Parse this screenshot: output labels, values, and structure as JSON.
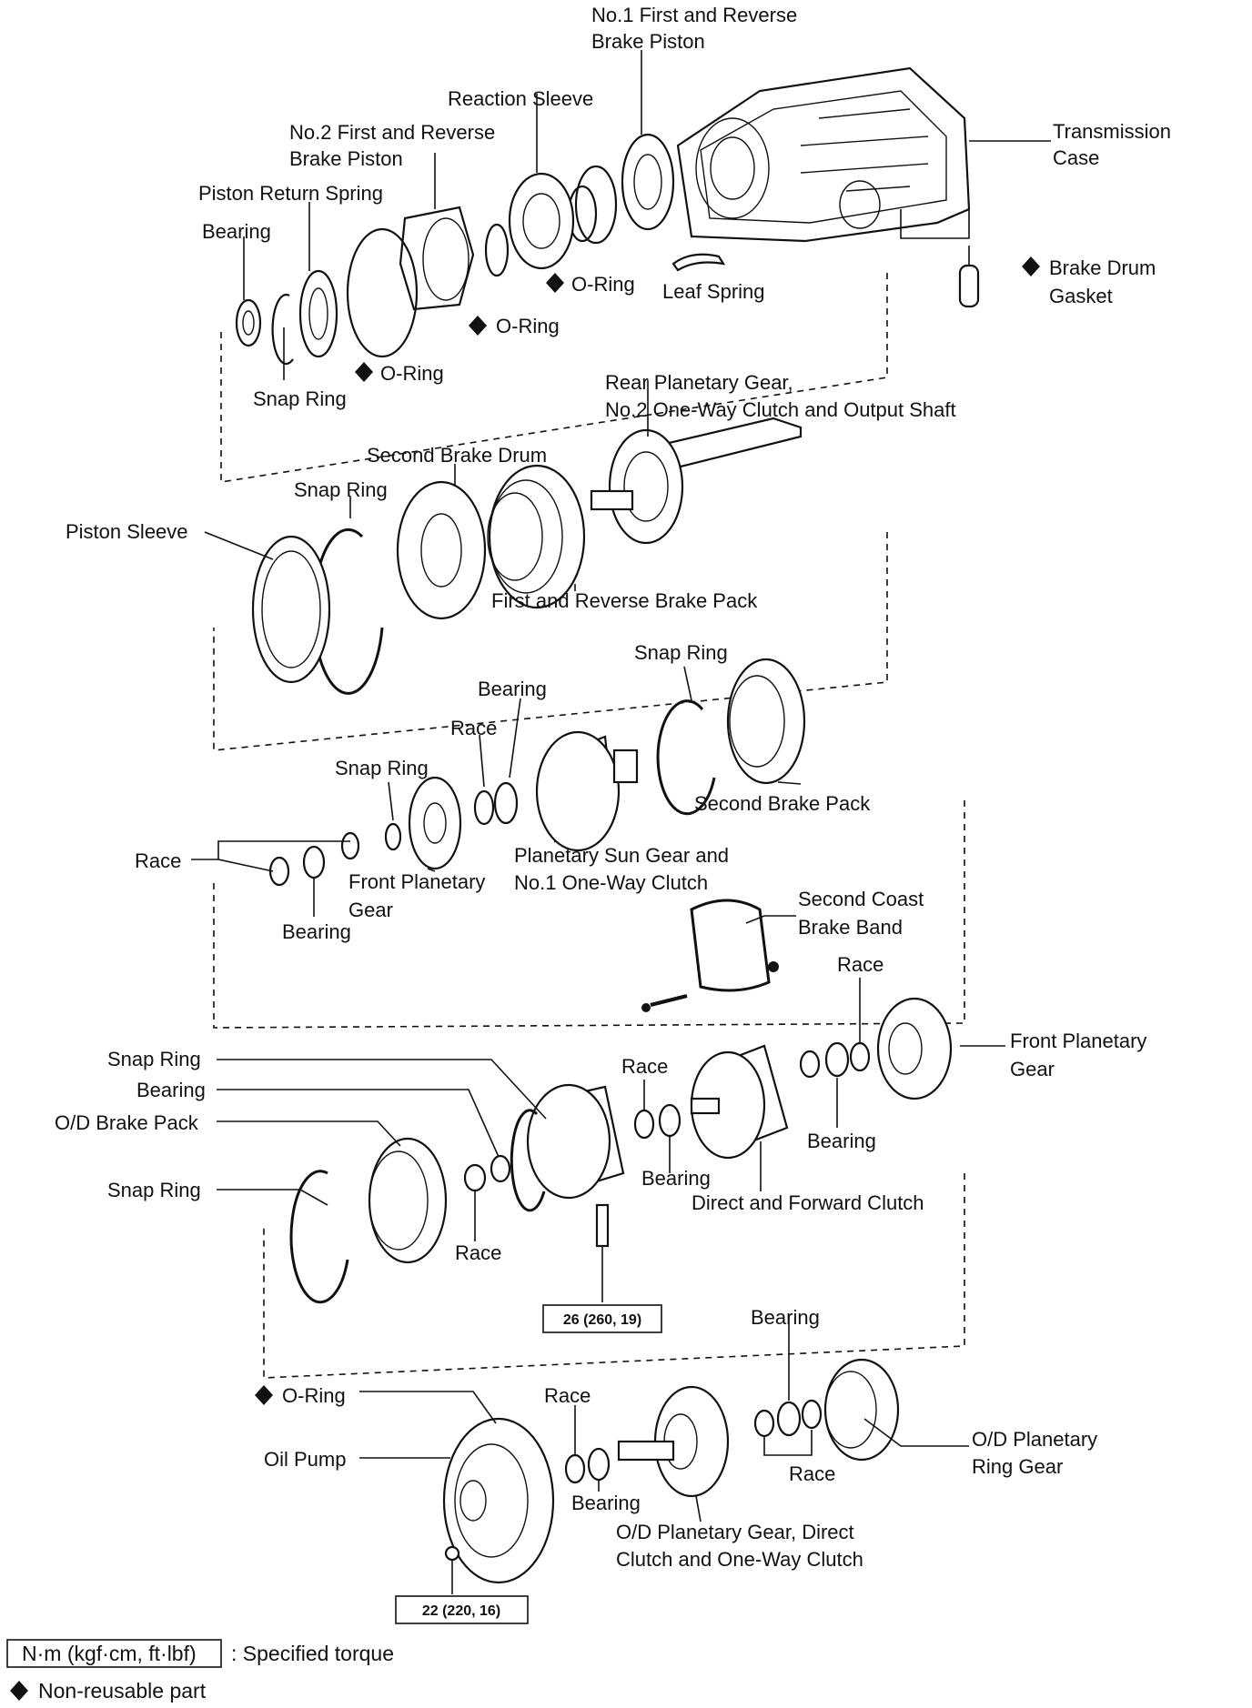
{
  "labels": {
    "no1_brake_piston_l1": "No.1 First and Reverse",
    "no1_brake_piston_l2": "Brake Piston",
    "reaction_sleeve": "Reaction Sleeve",
    "no2_brake_piston_l1": "No.2 First and Reverse",
    "no2_brake_piston_l2": "Brake Piston",
    "transmission_case_l1": "Transmission",
    "transmission_case_l2": "Case",
    "piston_return_spring": "Piston Return Spring",
    "bearing_top": "Bearing",
    "oring_a": "O-Ring",
    "leaf_spring": "Leaf Spring",
    "brake_drum_gasket_l1": "Brake Drum",
    "brake_drum_gasket_l2": "Gasket",
    "oring_b": "O-Ring",
    "oring_c": "O-Ring",
    "snap_ring_1": "Snap Ring",
    "rear_planetary_l1": "Rear Planetary Gear,",
    "rear_planetary_l2": "No.2 One-Way Clutch and Output Shaft",
    "second_brake_drum": "Second Brake Drum",
    "snap_ring_2": "Snap Ring",
    "piston_sleeve": "Piston Sleeve",
    "first_reverse_pack": "First and Reverse Brake Pack",
    "snap_ring_3": "Snap Ring",
    "bearing_2": "Bearing",
    "race_1": "Race",
    "snap_ring_4": "Snap Ring",
    "second_brake_pack": "Second Brake Pack",
    "race_2": "Race",
    "sun_gear_l1": "Planetary Sun Gear and",
    "sun_gear_l2": "No.1 One-Way Clutch",
    "front_planetary_a_l1": "Front Planetary",
    "front_planetary_a_l2": "Gear",
    "bearing_3": "Bearing",
    "coast_band_l1": "Second Coast",
    "coast_band_l2": "Brake Band",
    "race_3": "Race",
    "front_planetary_b_l1": "Front Planetary",
    "front_planetary_b_l2": "Gear",
    "snap_ring_5": "Snap Ring",
    "bearing_4": "Bearing",
    "race_4": "Race",
    "od_brake_pack": "O/D Brake Pack",
    "bearing_5": "Bearing",
    "bearing_6": "Bearing",
    "snap_ring_6": "Snap Ring",
    "direct_forward_clutch": "Direct and Forward Clutch",
    "race_5": "Race",
    "bearing_7": "Bearing",
    "oring_d": "O-Ring",
    "race_6": "Race",
    "oil_pump": "Oil Pump",
    "od_ring_gear_l1": "O/D Planetary",
    "od_ring_gear_l2": "Ring Gear",
    "bearing_8": "Bearing",
    "race_7": "Race",
    "od_planetary_l1": "O/D Planetary Gear, Direct",
    "od_planetary_l2": "Clutch and One-Way Clutch"
  },
  "torque": {
    "t1": "26 (260, 19)",
    "t2": "22 (220, 16)"
  },
  "legend": {
    "torque_box": "N·m (kgf·cm, ft·lbf)",
    "torque_desc": ": Specified torque",
    "nonreusable": "Non-reusable part"
  },
  "icons": {
    "nonreusable_marker": "diamond-icon"
  }
}
